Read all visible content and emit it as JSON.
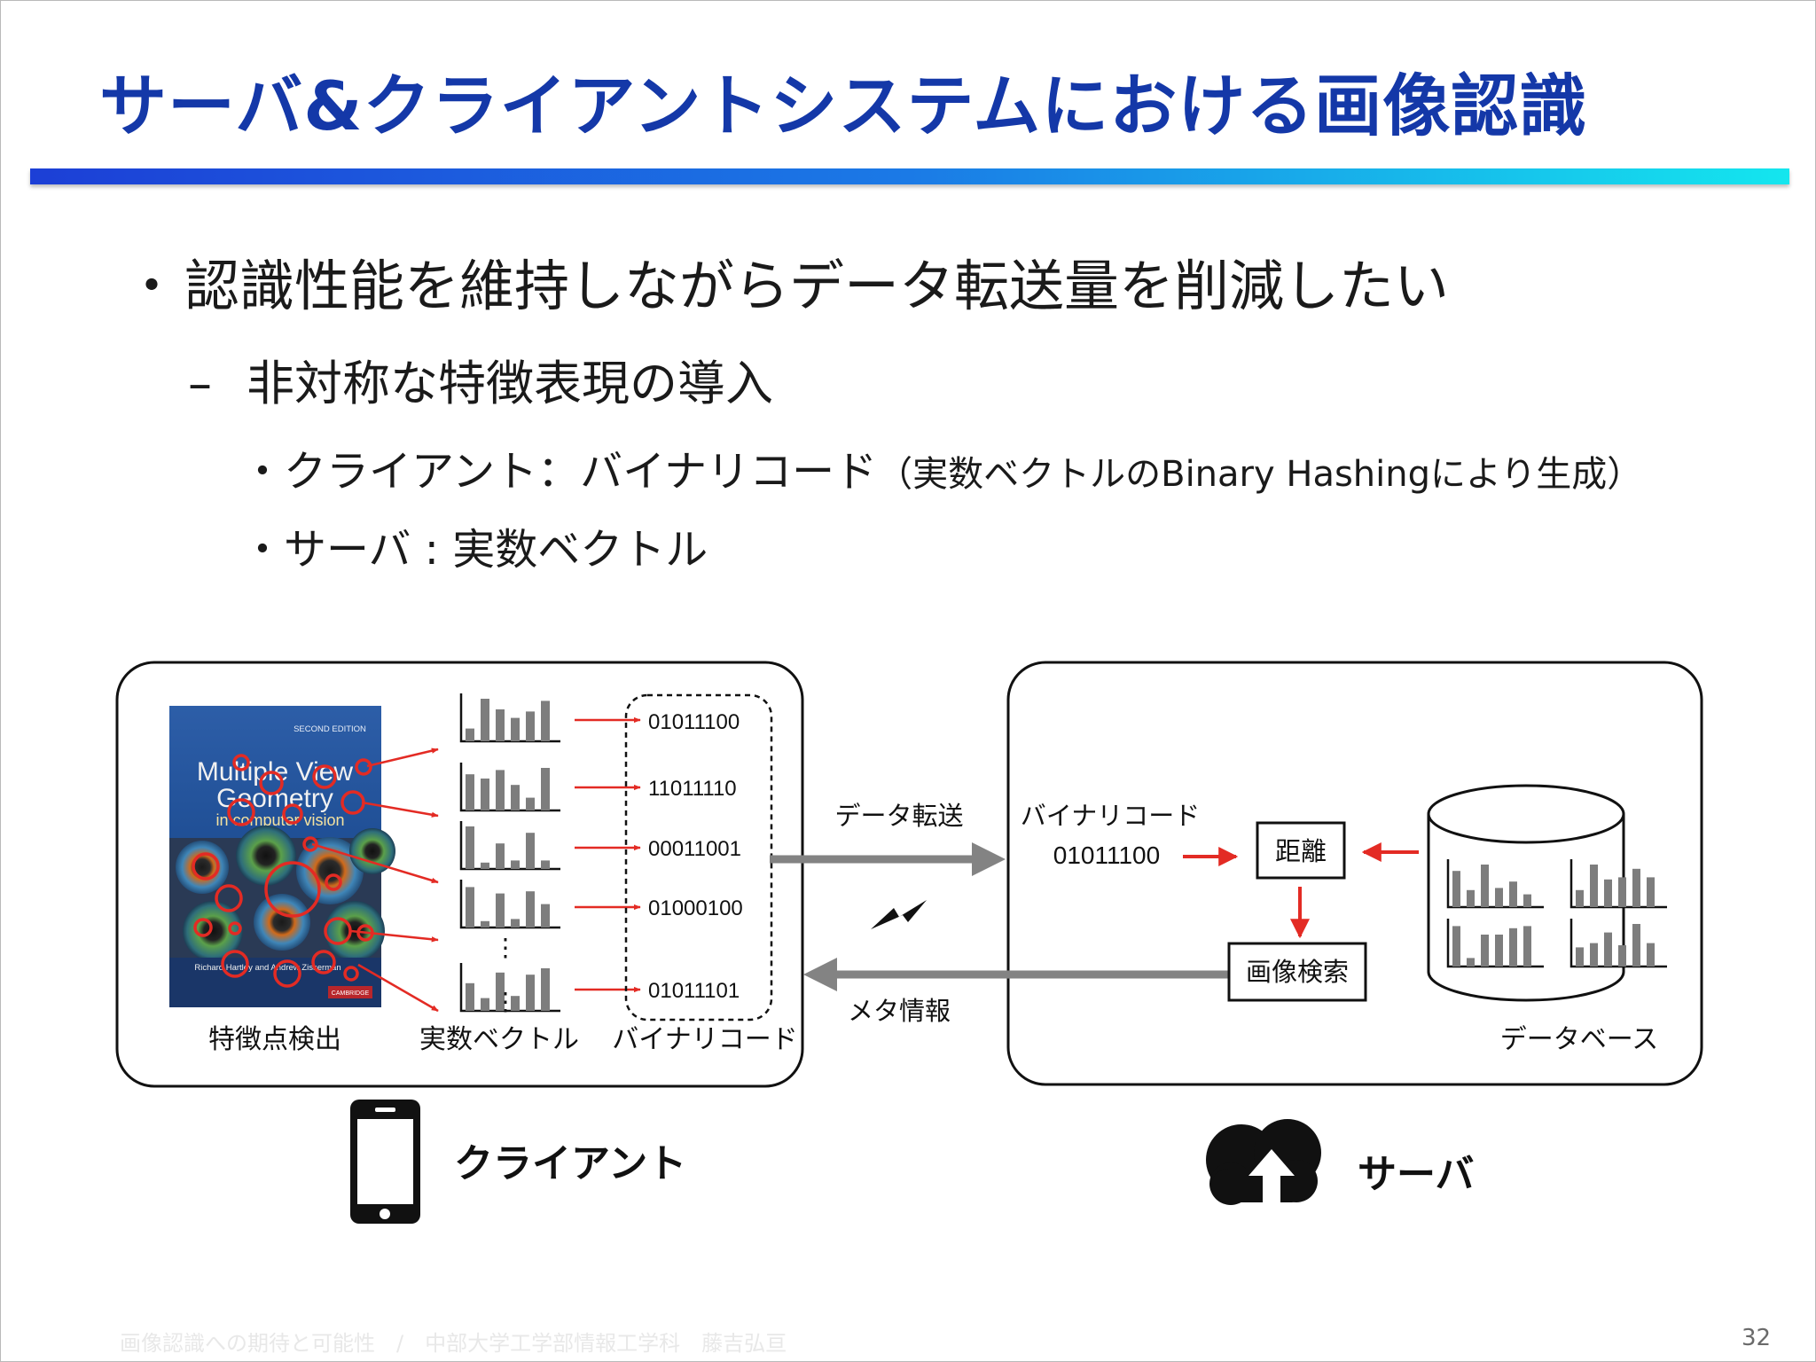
{
  "slide": {
    "title": "サーバ&クライアントシステムにおける画像認識",
    "bullets": {
      "b1": "認識性能を維持しながらデータ転送量を削減したい",
      "b2": "非対称な特徴表現の導入",
      "b3": "クライアント：バイナリコード",
      "b3_paren": "（実数ベクトルのBinary Hashingにより生成）",
      "b4": "サーバ : 実数ベクトル"
    },
    "markers": {
      "dot": "・",
      "dash": "–"
    },
    "footer": "画像認識への期待と可能性　/　中部大学工学部情報工学科　藤吉弘亘",
    "page_number": "32"
  },
  "diagram": {
    "book": {
      "edition": "SECOND EDITION",
      "title_line1": "Multiple View",
      "title_line2": "Geometry",
      "title_line3": "in computer vision",
      "authors": "Richard Hartley and Andrew Zisserman",
      "publisher": "CAMBRIDGE"
    },
    "labels": {
      "feature_detection": "特徴点検出",
      "real_vector": "実数ベクトル",
      "binary_code": "バイナリコード",
      "data_transfer": "データ転送",
      "meta_info": "メタ情報",
      "server_binary_code": "バイナリコード",
      "server_code_value": "01011100",
      "distance": "距離",
      "image_search": "画像検索",
      "database": "データベース",
      "client": "クライアント",
      "server": "サーバ"
    },
    "codes": [
      "01011100",
      "11011110",
      "00011001",
      "01000100",
      "01011101"
    ],
    "ellipsis": "⋮",
    "client_histograms": [
      [
        0.3,
        1.0,
        0.75,
        0.55,
        0.7,
        0.95
      ],
      [
        0.85,
        0.75,
        0.95,
        0.6,
        0.3,
        1.0
      ],
      [
        1.0,
        0.15,
        0.6,
        0.2,
        0.85,
        0.2
      ],
      [
        0.95,
        0.15,
        0.8,
        0.2,
        0.85,
        0.55
      ],
      [
        0.65,
        0.3,
        0.9,
        0.35,
        0.85,
        1.0
      ]
    ],
    "db_histograms": [
      [
        0.85,
        0.4,
        1.0,
        0.45,
        0.6,
        0.3
      ],
      [
        0.4,
        1.0,
        0.65,
        0.7,
        0.9,
        0.7
      ],
      [
        0.95,
        0.2,
        0.75,
        0.75,
        0.9,
        0.95
      ],
      [
        0.45,
        0.55,
        0.8,
        0.5,
        1.0,
        0.55
      ]
    ],
    "colors": {
      "accent_red": "#e32b24",
      "gray_bar": "#7d7d7d",
      "arrow_gray": "#838383"
    },
    "icons": {
      "phone": "smartphone-icon",
      "cloud": "cloud-upload-icon",
      "lightning": "lightning-icon"
    }
  }
}
